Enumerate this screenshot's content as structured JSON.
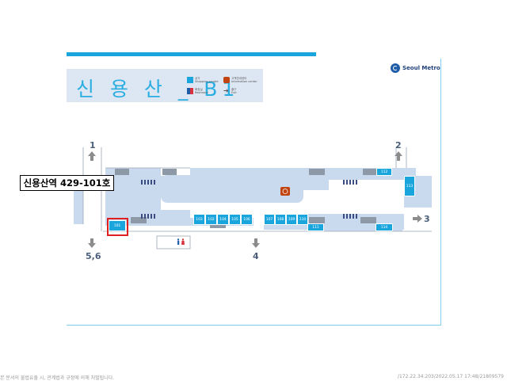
{
  "header": {
    "station_name": "신 용 산 _ B1",
    "logo_text": "Seoul Metro",
    "legend": [
      {
        "icon": "blue-square-icon",
        "color": "#1ba5dd",
        "label": "상가",
        "sublabel": "Shopping arcade"
      },
      {
        "icon": "info-center-icon",
        "color": "#c1440e",
        "label": "고객안내센터",
        "sublabel": "Information center"
      },
      {
        "icon": "restroom-icon",
        "color": "#d9333f",
        "label": "화장실",
        "sublabel": "Restroom"
      },
      {
        "icon": "exit-arrow-icon",
        "color": "#555555",
        "label": "출구",
        "sublabel": "Exit"
      }
    ]
  },
  "callout": {
    "label": "신용산역 429-101호"
  },
  "shops": {
    "s101": "101",
    "s103": "103",
    "s102": "102",
    "s104": "104",
    "s105": "105",
    "s106": "106",
    "s107": "107",
    "s108": "108",
    "s109": "109",
    "s110": "110",
    "s111": "111",
    "s112": "112",
    "s113": "113",
    "s114": "114"
  },
  "exits": {
    "e1": "1",
    "e2": "2",
    "e3": "3",
    "e4": "4",
    "e56": "5,6"
  },
  "footer": {
    "left": "본 문서의 불법유출 시, 관계법과 규정에 의해 처벌됩니다.",
    "right": "/172.22.34.203/2022.05.17 17:48/21809579"
  },
  "colors": {
    "accent": "#1ba5dd",
    "concourse": "#c9d9ee",
    "highlight": "#e02020"
  }
}
